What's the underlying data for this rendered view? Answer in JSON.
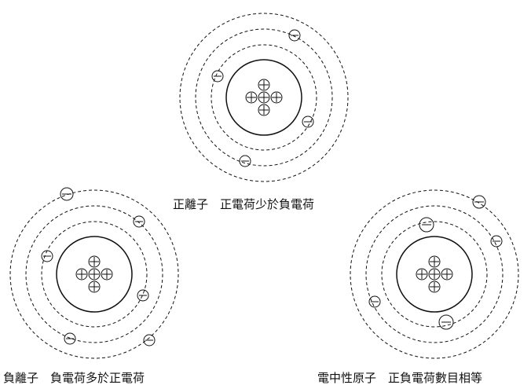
{
  "captions": {
    "positive_ion": "正離子　正電荷少於負電荷",
    "negative_ion": "負離子　負電荷多於正電荷",
    "neutral_atom": "電中性原子　正負電荷數目相等"
  },
  "atoms": [
    {
      "id": "positive-ion",
      "protons": 5,
      "electrons": 4
    },
    {
      "id": "negative-ion",
      "protons": 5,
      "electrons": 6
    },
    {
      "id": "neutral-atom",
      "protons": 5,
      "electrons": 5
    }
  ],
  "colors": {
    "line": "#111111",
    "background": "#ffffff"
  }
}
